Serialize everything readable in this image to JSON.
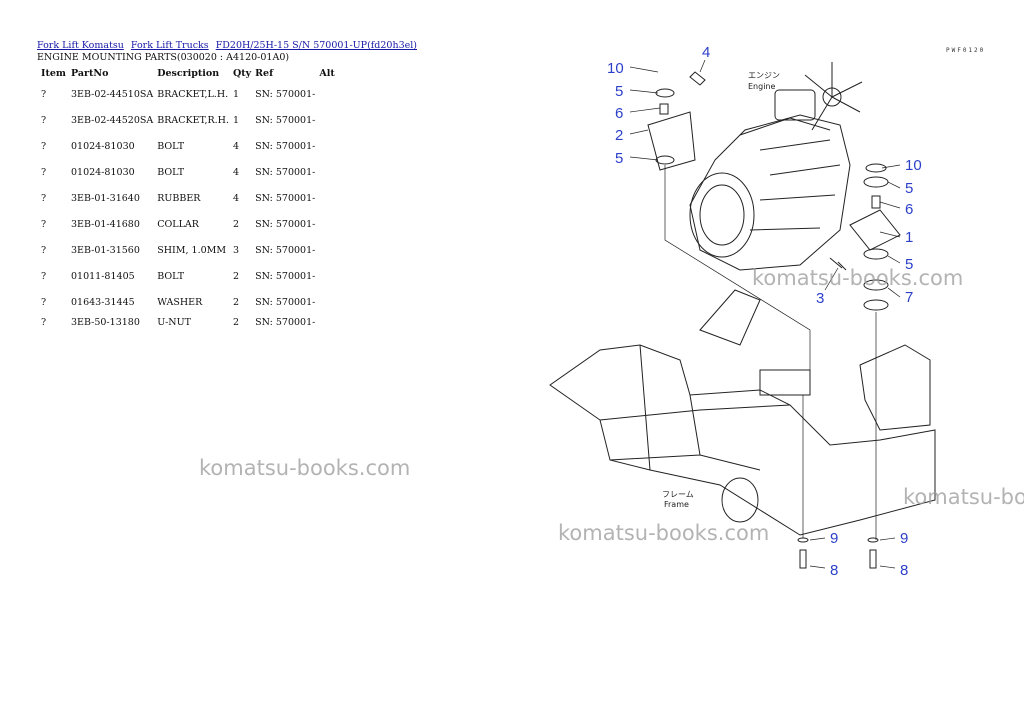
{
  "breadcrumb": {
    "link1": "Fork Lift Komatsu",
    "link2": "Fork Lift Trucks",
    "link3": "FD20H/25H-15 S/N 570001-UP(fd20h3el)"
  },
  "page_title": "ENGINE MOUNTING PARTS(030020 : A4120-01A0)",
  "table": {
    "headers": [
      "Item",
      "PartNo",
      "Description",
      "Qty",
      "Ref",
      "Alt"
    ],
    "rows": [
      {
        "item": "?",
        "part": "3EB-02-44510SA",
        "desc": "BRACKET,L.H.",
        "qty": "1",
        "ref": "SN: 570001-",
        "alt": ""
      },
      {
        "item": "?",
        "part": "3EB-02-44520SA",
        "desc": "BRACKET,R.H.",
        "qty": "1",
        "ref": "SN: 570001-",
        "alt": ""
      },
      {
        "item": "?",
        "part": "01024-81030",
        "desc": "BOLT",
        "qty": "4",
        "ref": "SN: 570001-",
        "alt": ""
      },
      {
        "item": "?",
        "part": "01024-81030",
        "desc": "BOLT",
        "qty": "4",
        "ref": "SN: 570001-",
        "alt": ""
      },
      {
        "item": "?",
        "part": "3EB-01-31640",
        "desc": "RUBBER",
        "qty": "4",
        "ref": "SN: 570001-",
        "alt": ""
      },
      {
        "item": "?",
        "part": "3EB-01-41680",
        "desc": "COLLAR",
        "qty": "2",
        "ref": "SN: 570001-",
        "alt": ""
      },
      {
        "item": "?",
        "part": "3EB-01-31560",
        "desc": "SHIM, 1.0MM",
        "qty": "3",
        "ref": "SN: 570001-",
        "alt": ""
      },
      {
        "item": "?",
        "part": "01011-81405",
        "desc": "BOLT",
        "qty": "2",
        "ref": "SN: 570001-",
        "alt": ""
      },
      {
        "item": "?",
        "part": "01643-31445",
        "desc": "WASHER",
        "qty": "2",
        "ref": "SN: 570001-",
        "alt": ""
      },
      {
        "item": "?",
        "part": "3EB-50-13180",
        "desc": "U-NUT",
        "qty": "2",
        "ref": "SN: 570001-",
        "alt": ""
      }
    ]
  },
  "watermark": "komatsu-books.com",
  "diagram": {
    "code": "PWF0120",
    "engine_label_jp": "エンジン",
    "engine_label_en": "Engine",
    "frame_label_jp": "フレーム",
    "frame_label_en": "Frame",
    "callouts": [
      "10",
      "4",
      "5",
      "6",
      "2",
      "5",
      "10",
      "5",
      "6",
      "1",
      "5",
      "3",
      "7",
      "9",
      "8",
      "9",
      "8"
    ]
  },
  "colors": {
    "link": "#1a1aa8",
    "callout": "#2b3fc9",
    "watermark": "#9a9a9a"
  }
}
